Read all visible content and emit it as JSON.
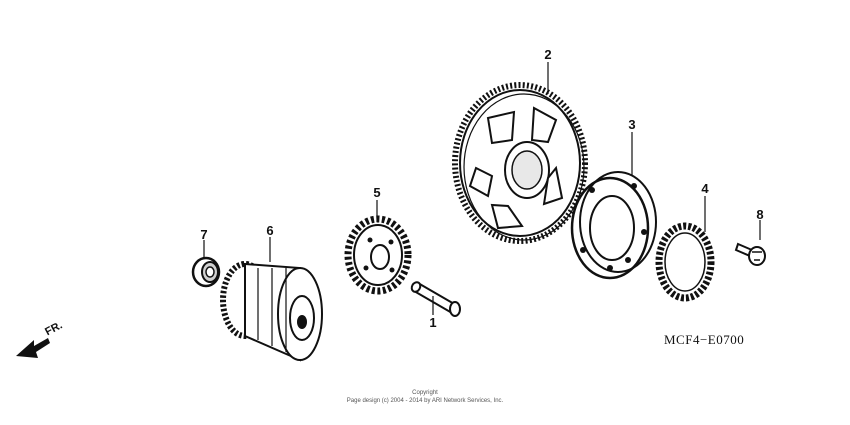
{
  "diagram": {
    "code": "MCF4−E0700",
    "front_indicator": "FR.",
    "copyright_line1": "Copyright",
    "copyright_line2": "Page design (c) 2004 - 2014 by ARI Network Services, Inc."
  },
  "callouts": {
    "c1": "1",
    "c2": "2",
    "c3": "3",
    "c4": "4",
    "c5": "5",
    "c6": "6",
    "c7": "7",
    "c8": "8"
  },
  "icons": [
    "front-arrow-icon"
  ]
}
